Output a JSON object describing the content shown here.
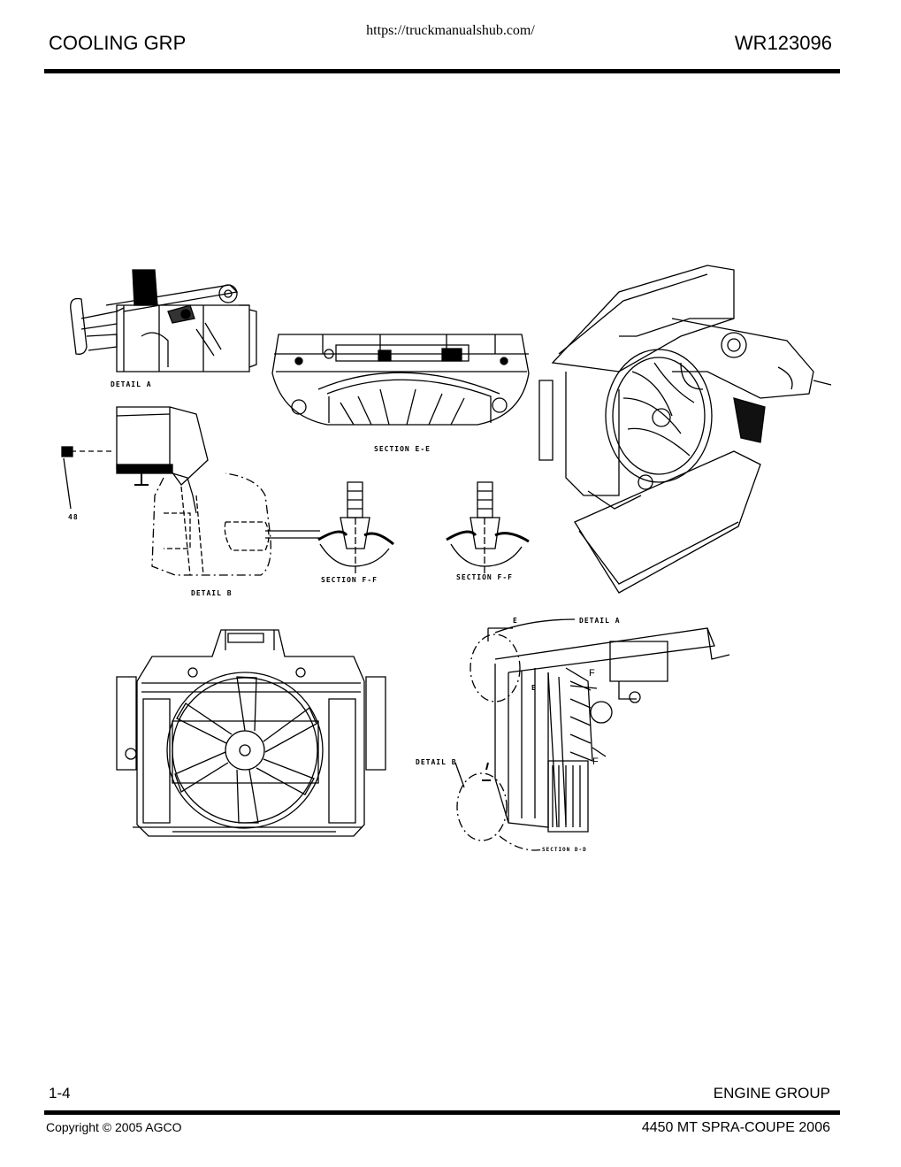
{
  "header": {
    "url": "https://truckmanualshub.com/",
    "title": "COOLING GRP",
    "part_number": "WR123096"
  },
  "footer": {
    "page": "1-4",
    "section": "ENGINE GROUP",
    "copyright": "Copyright © 2005 AGCO",
    "model": "4450 MT SPRA-COUPE 2006"
  },
  "diagram_labels": {
    "detail_a": "DETAIL  A",
    "detail_b": "DETAIL  B",
    "section_ee": "SECTION  E-E",
    "section_ff_1": "SECTION  F-F",
    "section_ff_2": "SECTION  F-F",
    "callout_48": "48",
    "side_detail_a": "DETAIL  A",
    "side_detail_b": "DETAIL  B",
    "side_e": "E",
    "side_e2": "E",
    "side_f": "F",
    "side_f2": "F",
    "section_dd": "SECTION  D-D"
  }
}
